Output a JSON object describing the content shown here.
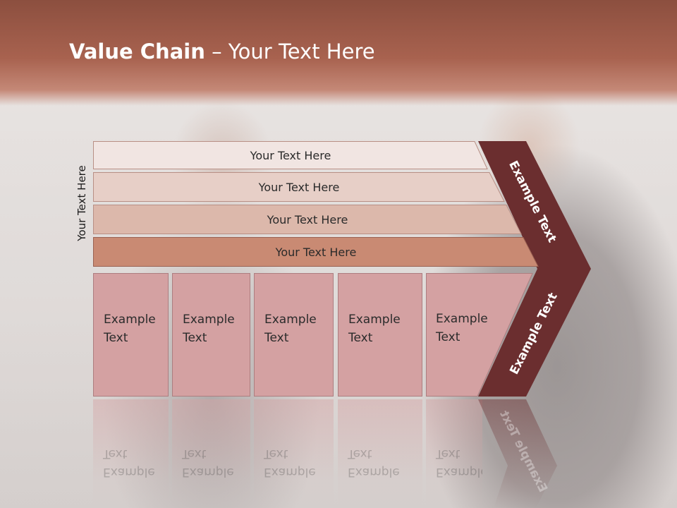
{
  "slide": {
    "title_bold": "Value Chain",
    "title_rest": " – Your Text Here",
    "side_label": "Your Text Here"
  },
  "bands": [
    {
      "label": "Your Text Here",
      "color": "#f1e5e2"
    },
    {
      "label": "Your Text Here",
      "color": "#e7cfc7"
    },
    {
      "label": "Your Text Here",
      "color": "#dcb8ab"
    },
    {
      "label": "Your Text Here",
      "color": "#c98a73"
    }
  ],
  "columns": [
    {
      "line1": "Example",
      "line2": "Text"
    },
    {
      "line1": "Example",
      "line2": "Text"
    },
    {
      "line1": "Example",
      "line2": "Text"
    },
    {
      "line1": "Example",
      "line2": "Text"
    },
    {
      "line1": "Example",
      "line2": "Text"
    }
  ],
  "chevron": {
    "top_label": "Example Text",
    "bottom_label": "Example Text",
    "color": "#6b2e2f"
  },
  "colors": {
    "header": "#a8624f",
    "column_fill": "#d4a1a2"
  }
}
